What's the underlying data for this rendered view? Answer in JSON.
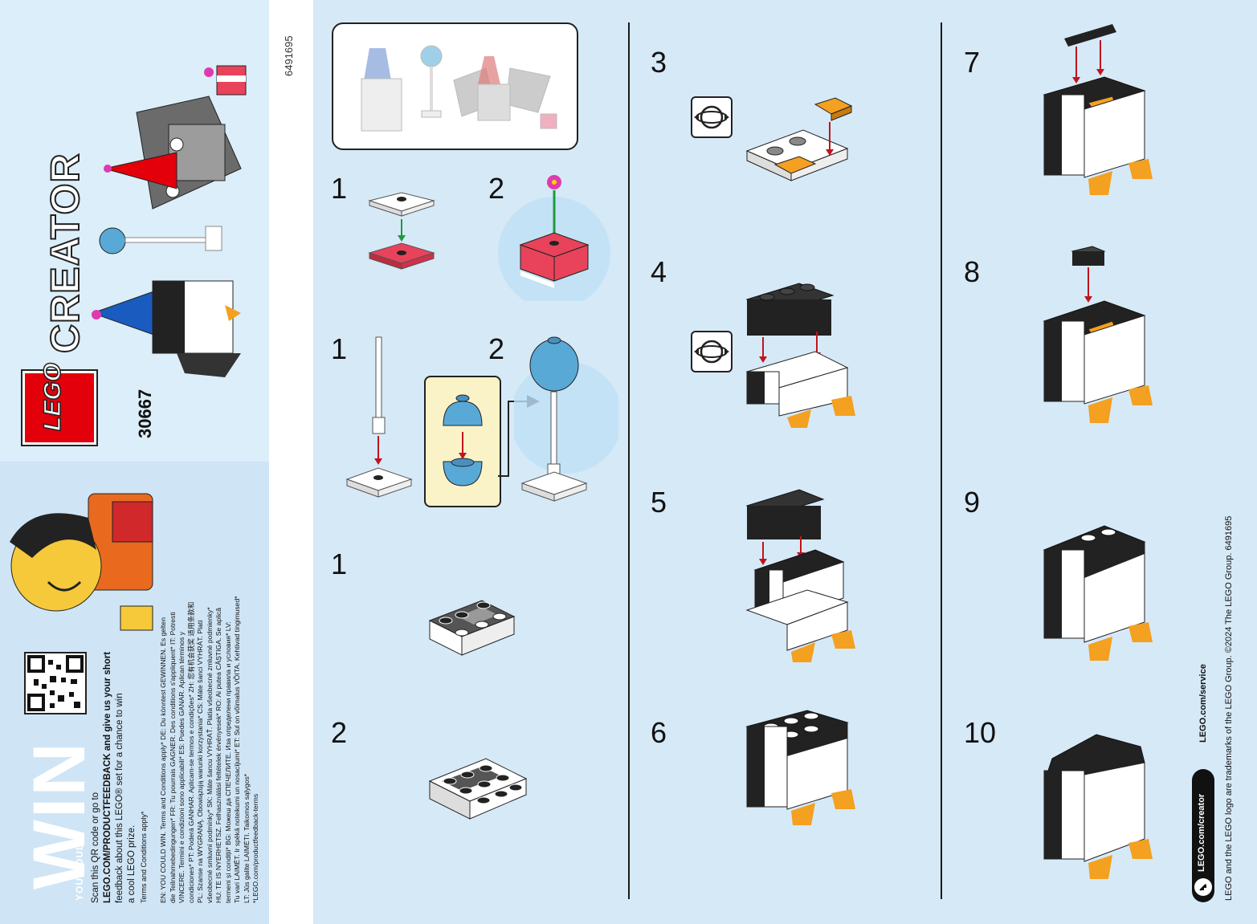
{
  "cover": {
    "brand": "LEGO",
    "theme": "CREATOR",
    "set_number": "30667",
    "doc_number": "6491695"
  },
  "promo": {
    "win_big": "WIN",
    "you_could": "YOU COULD",
    "scan_lines": [
      "Scan this QR code or go to",
      "LEGO.COM/PRODUCTFEEDBACK and give us your short",
      "feedback about this LEGO® set for a chance to win",
      "a cool LEGO prize.",
      "Terms and Conditions apply*"
    ],
    "legal_lines": [
      "EN: YOU COULD WIN. Terms and Conditions apply* DE: Du könntest GEWINNEN. Es gelten",
      "die Teilnahmebedingungen* FR: Tu pourrais GAGNER. Des conditions s'appliquent* IT: Potresti",
      "VINCERE. Termini e condizioni sono applicabili* ES: Puedes GANAR. Aplican términos y",
      "condiciones* PT: Poderá GANHAR. Aplicam-se termos e condições* ZH: 您有机会获奖 适用条款和",
      "PL: Szanse na WYGRANĄ. Obowiązują warunki korzystania* CS: Máte šanci VYHRÁT. Platí",
      "všeobecné smluvní podmínky* SK: Máte šancu VYHRAŤ. Platia všeobecné zmluvné podmienky*",
      "HU: TE IS NYERHETSZ. Felhasználási feltételek érvényesek* RO: Ai putea CÂȘTIGA. Se aplică",
      "termeni și condiții* BG: Можеш да СПЕЧЕЛИТЕ. Иза определени правила и условия* LV:",
      "Tu vari LAIMĒT. Ir spēkā noteikumi un nosacījumi* ET: Sul on võimalus VÕITA. Kehtivad tingimused*",
      "LT: Jūs galite LAIMĖTI. Taikomos sąlygos*",
      "*LEGO.com/productfeedback-terms"
    ]
  },
  "steps": {
    "a1": "1",
    "a2": "2",
    "b1": "1",
    "b2": "2",
    "c1": "1",
    "c2": "2",
    "s3": "3",
    "s4": "4",
    "s5": "5",
    "s6": "6",
    "s7": "7",
    "s8": "8",
    "s9": "9",
    "s10": "10"
  },
  "footer": {
    "service": "LEGO.com/service",
    "creator_link": "LEGO.com/creator",
    "trademark": "LEGO and the LEGO logo are trademarks of the LEGO Group. ©2024 The LEGO Group. 6491695"
  },
  "colors": {
    "lego_red": "#e3000b",
    "lego_yellow": "#ffd500",
    "page_blue": "#d6e9f7",
    "brick_black": "#222222",
    "penguin_orange": "#f4a020",
    "arrow_red": "#c0141e",
    "arrow_green": "#1e9a3c",
    "balloon_blue": "#59a9d6",
    "flower_pink": "#e03ab0"
  }
}
